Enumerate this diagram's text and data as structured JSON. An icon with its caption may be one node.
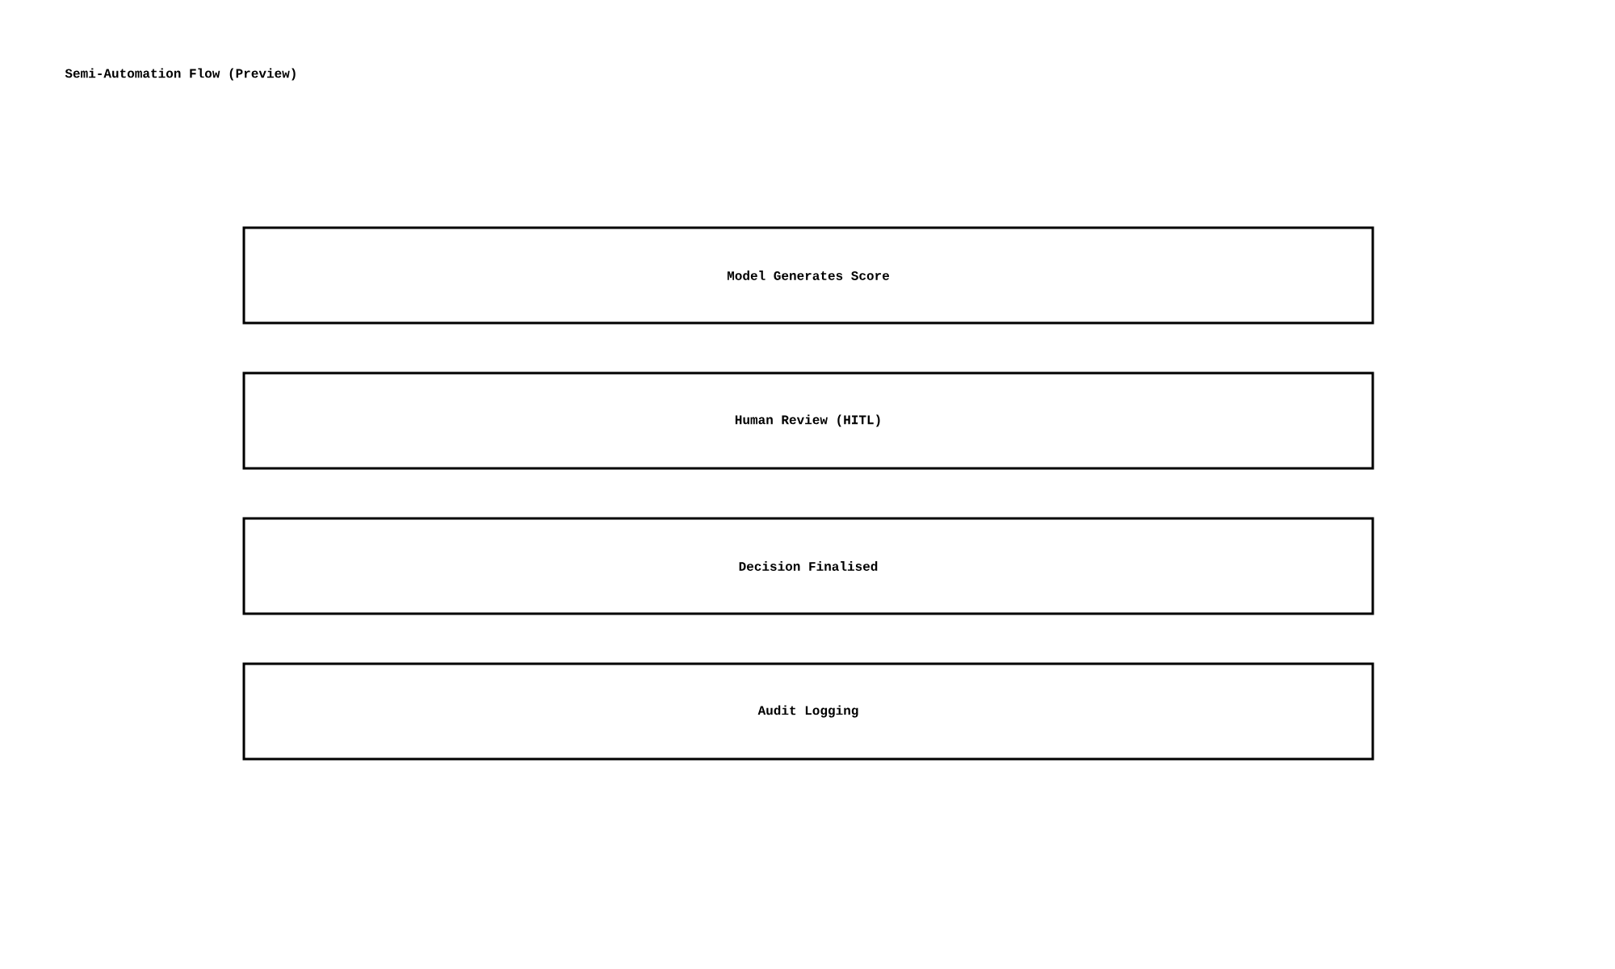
{
  "diagram": {
    "title": "Semi-Automation Flow (Preview)",
    "nodes": [
      {
        "text": [
          "Model Generates Score"
        ]
      },
      {
        "text": [
          "Human Review (HITL)"
        ]
      },
      {
        "text": [
          "Decision Finalised"
        ]
      },
      {
        "text": [
          "Audit Logging"
        ]
      }
    ]
  }
}
